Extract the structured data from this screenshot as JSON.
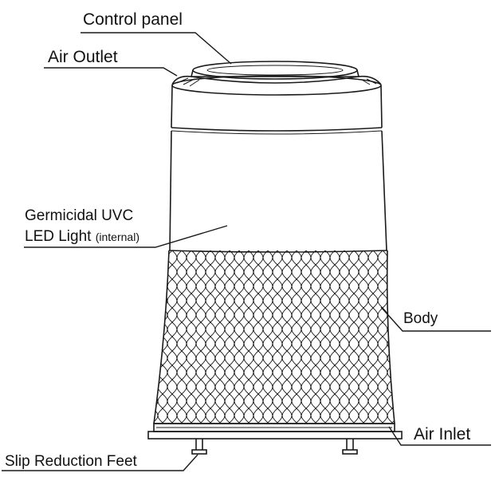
{
  "labels": {
    "control_panel": "Control panel",
    "air_outlet": "Air Outlet",
    "uvc_line1": "Germicidal UVC",
    "uvc_line2": "LED Light",
    "uvc_internal": "(internal)",
    "body": "Body",
    "air_inlet": "Air Inlet",
    "feet": "Slip Reduction Feet"
  }
}
